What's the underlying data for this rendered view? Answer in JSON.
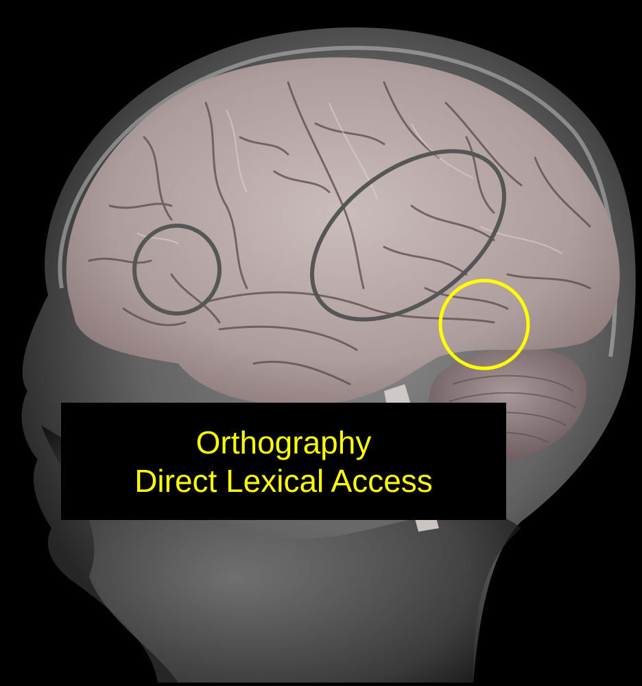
{
  "figure": {
    "description_colors": {
      "background": "#000000",
      "head_silhouette": "#8a8a8a",
      "brain": "#b9aaa9",
      "gray_highlight": "#555555",
      "yellow_highlight": "#FFFF00",
      "caption_text": "#FFFF00",
      "caption_background": "#000000"
    },
    "highlights": [
      {
        "name": "frontal-region-circle",
        "color": "gray"
      },
      {
        "name": "temporal-parietal-ellipse",
        "color": "gray"
      },
      {
        "name": "occipitotemporal-circle",
        "color": "yellow"
      }
    ]
  },
  "caption": {
    "line1": "Orthography",
    "line2": "Direct Lexical Access"
  }
}
